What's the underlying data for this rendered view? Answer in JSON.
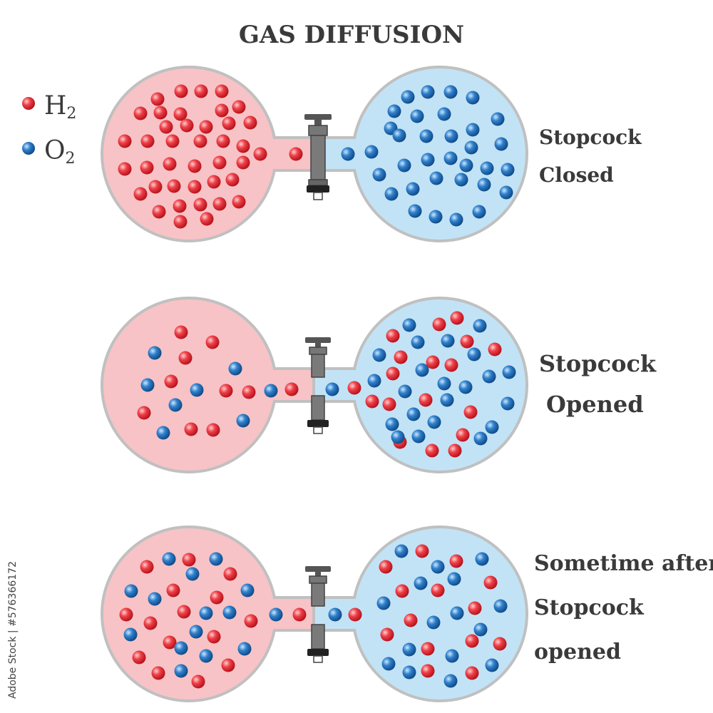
{
  "title": "GAS DIFFUSION",
  "legend": [
    {
      "symbol": "H",
      "subscript": "2",
      "color": "#e8303a"
    },
    {
      "symbol": "O",
      "subscript": "2",
      "color": "#2a78c0"
    }
  ],
  "colors": {
    "h2_molecule": "#e8303a",
    "o2_molecule": "#2a78c0",
    "left_flask_fill": "#f7c3c6",
    "right_flask_fill": "#c2e3f6",
    "flask_outline": "#c0c0c0",
    "stopcock": "#555555"
  },
  "panels": [
    {
      "state": "closed",
      "label_lines": [
        "Stopcock",
        "Closed"
      ]
    },
    {
      "state": "opened",
      "label_lines": [
        "Stopcock",
        "Opened"
      ]
    },
    {
      "state": "mixed",
      "label_lines": [
        "Sometime after",
        "Stopcock",
        "opened"
      ]
    }
  ],
  "watermark": "Adobe Stock | #576366172"
}
